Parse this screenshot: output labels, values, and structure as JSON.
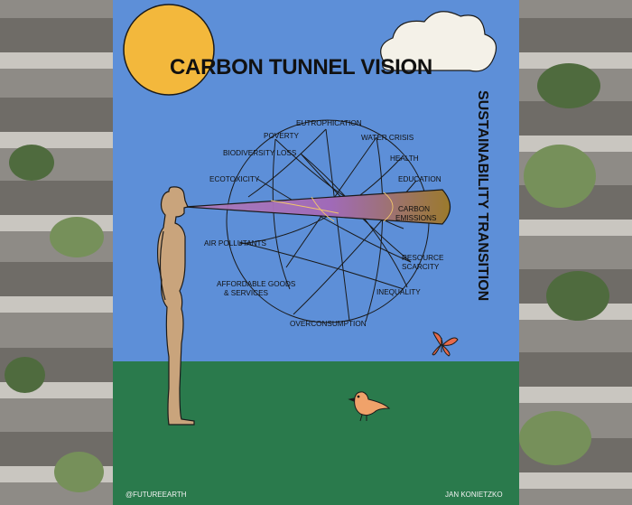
{
  "poster": {
    "title": "CARBON TUNNEL VISION",
    "side_title": "SUSTAINABILITY TRANSITION",
    "credit_left": "@FUTUREEARTH",
    "credit_right": "JAN KONIETZKO",
    "focus_label_line1": "CARBON",
    "focus_label_line2": "EMISSIONS"
  },
  "issues": [
    {
      "id": "eutrophication",
      "label": "EUTROPHICATION"
    },
    {
      "id": "water-crisis",
      "label": "WATER CRISIS"
    },
    {
      "id": "poverty",
      "label": "POVERTY"
    },
    {
      "id": "biodiversity-loss",
      "label": "BIODIVERSITY LOSS"
    },
    {
      "id": "health",
      "label": "HEALTH"
    },
    {
      "id": "ecotoxicity",
      "label": "ECOTOXICITY"
    },
    {
      "id": "education",
      "label": "EDUCATION"
    },
    {
      "id": "air-pollutants",
      "label": "AIR POLLUTANTS"
    },
    {
      "id": "resource-scarcity-1",
      "label": "RESOURCE"
    },
    {
      "id": "resource-scarcity-2",
      "label": "SCARCITY"
    },
    {
      "id": "affordable-goods-1",
      "label": "AFFORDABLE GOODS"
    },
    {
      "id": "affordable-goods-2",
      "label": "& SERVICES"
    },
    {
      "id": "inequality",
      "label": "INEQUALITY"
    },
    {
      "id": "overconsumption",
      "label": "OVERCONSUMPTION"
    }
  ],
  "colors": {
    "sky": "#5d8fd8",
    "ground": "#2a7a4c",
    "sun": "#f3b83c",
    "figure": "#c9a47c",
    "cone_start": "#9b6bb0",
    "cone_end": "#9b7a2c"
  }
}
